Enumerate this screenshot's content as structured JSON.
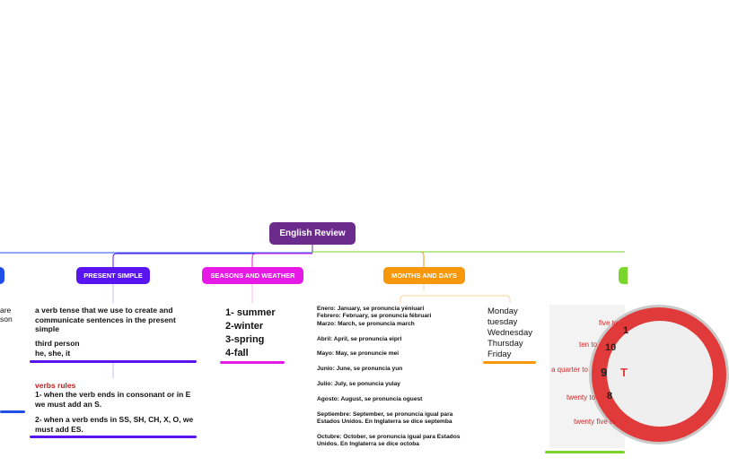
{
  "root": {
    "label": "English Review"
  },
  "cut_left": {
    "line1": "are",
    "line2": "son"
  },
  "present_simple": {
    "title": "PRESENT SIMPLE",
    "definition": "a verb tense that we use to create and communicate sentences in the present simple",
    "third_person": {
      "line1": "third person",
      "line2": "he, she, it"
    },
    "verbs_rules": {
      "title": "verbs rules",
      "rule1": "1- when the verb ends in consonant or in E we must add an S.",
      "rule2": "2- when a verb ends in SS, SH, CH, X, O, we must add ES."
    }
  },
  "seasons": {
    "title": "SEASONS AND WEATHER",
    "items": [
      "1- summer",
      "2-winter",
      "3-spring",
      "4-fall"
    ]
  },
  "months_days": {
    "title": "MONTHS AND DAYS",
    "months": [
      "Enero: January, se pronuncia yéniuari",
      "Febrero: February, se pronuncia fébruari",
      "Marzo: March, se pronuncia march",
      "Abril: April, se pronuncia eiprl",
      "Mayo: May, se pronuncie mei",
      "Junio: June, se pronuncia yun",
      "Julio: July, se ponuncia yulay",
      "Agosto: August, se pronuncia oguest",
      "Septiembre: September, se pronuncia igual para Estados Unidos. En Inglaterra se dice septemba",
      "Octubre: October, se pronuncia igual para Estados Unidos. En Inglaterra se dice octoba"
    ],
    "days": [
      "Monday",
      "tuesday",
      "Wednesday",
      "Thursday",
      "Friday"
    ]
  },
  "clock": {
    "labels": [
      "five to",
      "ten to",
      "a quarter to",
      "twenty to",
      "twenty five to"
    ],
    "numbers": [
      "1",
      "10",
      "9",
      "8"
    ],
    "center_letter": "T"
  },
  "colors": {
    "root": "#6b2b8c",
    "present_simple": "#5a14f0",
    "seasons": "#e619e6",
    "months_days": "#f7980c",
    "clock_branch": "#7ad62a",
    "left_branch": "#1f4fe8"
  }
}
